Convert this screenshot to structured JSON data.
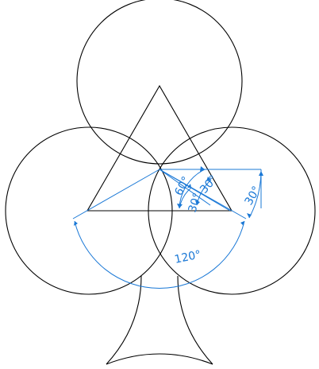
{
  "colors": {
    "outline": "#000000",
    "dimension": "#1a78d6",
    "background": "#ffffff"
  },
  "labels": {
    "angle_60": "60°",
    "angle_30_left": "30°",
    "angle_30_mid": "30°",
    "angle_30_right": "30°",
    "angle_120": "120°"
  }
}
